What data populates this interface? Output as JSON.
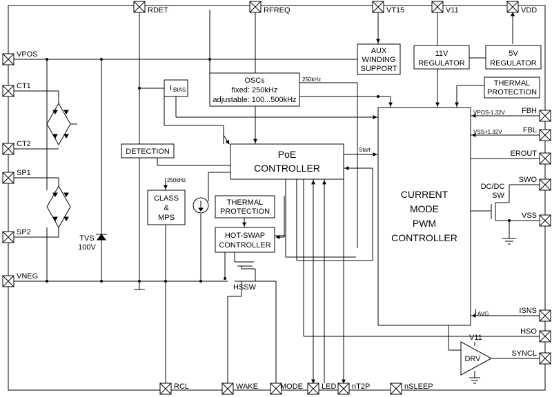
{
  "pins": {
    "rdet": "RDET",
    "rfreq": "RFREQ",
    "vt15": "VT15",
    "v11": "V11",
    "vdd": "VDD",
    "vpos": "VPOS",
    "ct1": "CT1",
    "ct2": "CT2",
    "sp1": "SP1",
    "sp2": "SP2",
    "vneg": "VNEG",
    "fbh": "FBH",
    "fbl": "FBL",
    "erout": "EROUT",
    "swo": "SWO",
    "vss": "VSS",
    "isns": "ISNS",
    "hso": "HSO",
    "syncl": "SYNCL",
    "rcl": "RCL",
    "wake": "WAKE",
    "mode": "MODE",
    "led": "LED",
    "nt2p": "nT2P",
    "nsleep": "nSLEEP"
  },
  "blocks": {
    "aux": [
      "AUX",
      "WINDING",
      "SUPPORT"
    ],
    "reg11": [
      "11V",
      "REGULATOR"
    ],
    "reg5": [
      "5V",
      "REGULATOR"
    ],
    "thermal_top": [
      "THERMAL",
      "PROTECTION"
    ],
    "ibias_main": "I",
    "ibias_sub": "BIAS",
    "oscs": [
      "OSCs",
      "fixed: 250kHz",
      "adjustable: 100...500kHz"
    ],
    "detection": "DETECTION",
    "poe": [
      "PoE",
      "CONTROLLER"
    ],
    "class_mps": [
      "CLASS",
      "&",
      "MPS"
    ],
    "thermal_mid": [
      "THERMAL",
      "PROTECTION"
    ],
    "hotswap": [
      "HOT-SWAP",
      "CONTROLLER"
    ],
    "pwm": [
      "CURRENT",
      "MODE",
      "PWM",
      "CONTROLLER"
    ],
    "drv": "DRV"
  },
  "labels": {
    "f250_osc": "250kHz",
    "f250_class": "250kHz",
    "start": "Start",
    "vpos_ref": "VPOS-1.32V",
    "vss_ref": "VSS+1.32V",
    "dcdc": [
      "DC/DC",
      "SW"
    ],
    "tvs": [
      "TVS",
      "100V"
    ],
    "hssw": "HSSW",
    "iavg_main": "I",
    "iavg_sub": "AVG",
    "drv_v11": "V11"
  }
}
